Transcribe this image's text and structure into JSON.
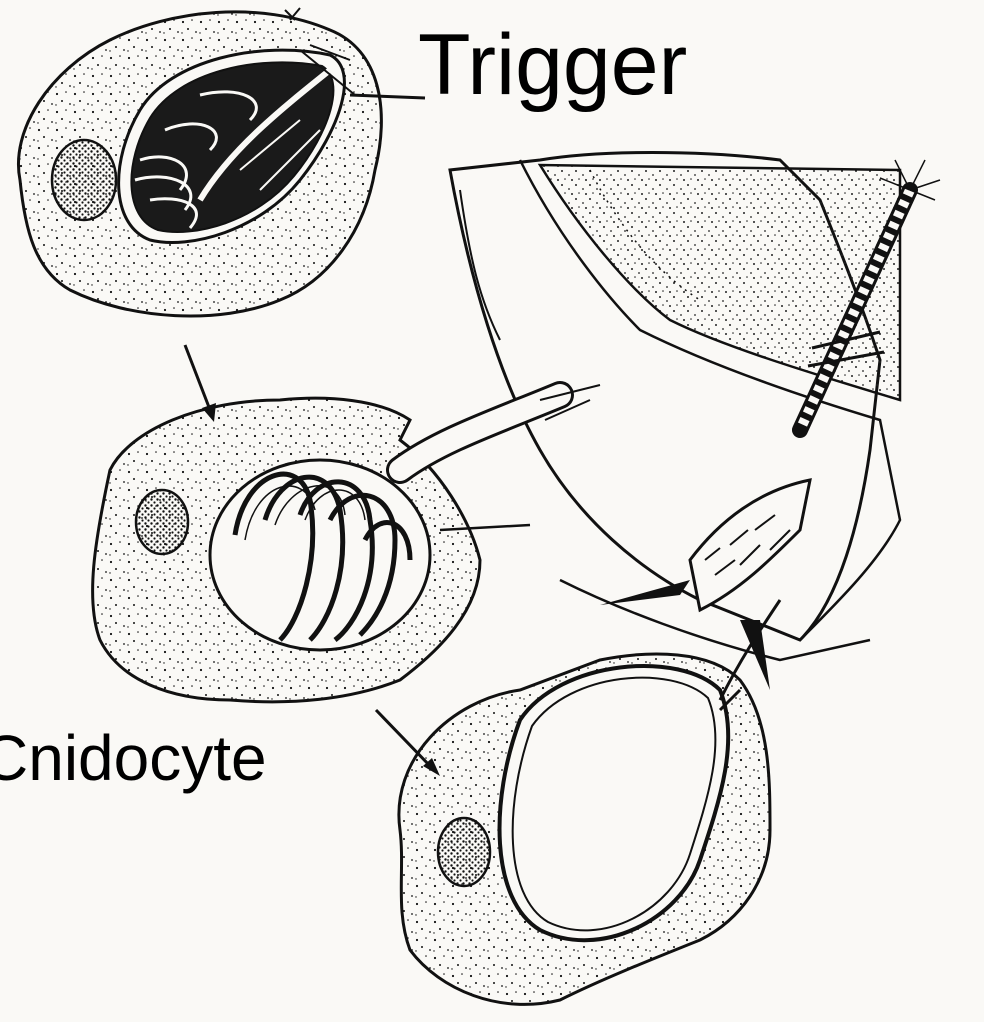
{
  "labels": {
    "trigger": "Trigger",
    "cnidocyte": "Cnidocyte"
  },
  "colors": {
    "ink": "#111111",
    "paper": "#faf9f6",
    "cell_fill": "#f4f2ec"
  },
  "figure": {
    "stages": [
      "undischarged",
      "discharging",
      "discharged"
    ]
  }
}
